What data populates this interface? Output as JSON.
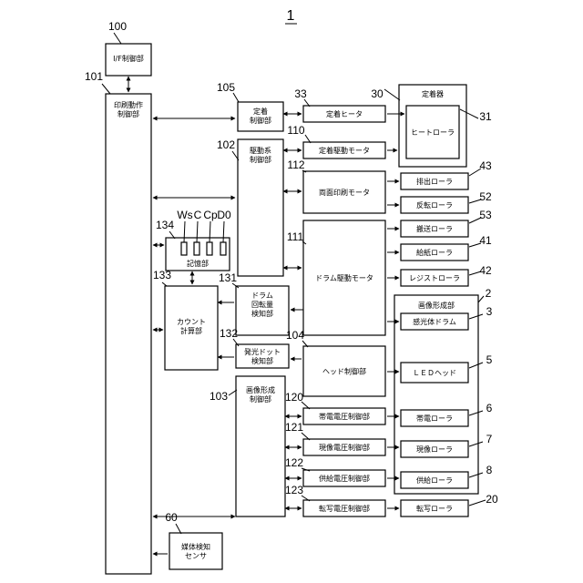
{
  "figure_number": "1",
  "blocks": {
    "if_control": {
      "label": "I/F制御部",
      "ref": "100"
    },
    "print_control": {
      "label": [
        "印刷動作",
        "制御部"
      ],
      "ref": "101"
    },
    "fixing_control": {
      "label": [
        "定着",
        "制御部"
      ],
      "ref": "105"
    },
    "drive_control": {
      "label": [
        "駆動系",
        "制御部"
      ],
      "ref": "102"
    },
    "storage": {
      "label": "記憶部",
      "ref": "134",
      "cells": [
        "Ws",
        "C",
        "Cp",
        "D0"
      ]
    },
    "count_calc": {
      "label": [
        "カウント",
        "計算部"
      ],
      "ref": "133"
    },
    "drum_rotation_detect": {
      "label": [
        "ドラム",
        "回転量",
        "検知部"
      ],
      "ref": "131"
    },
    "dot_detect": {
      "label": [
        "発光ドット",
        "検知部"
      ],
      "ref": "132"
    },
    "image_form_control": {
      "label": [
        "画像形成",
        "制御部"
      ],
      "ref": "103"
    },
    "media_sensor": {
      "label": [
        "媒体検知",
        "センサ"
      ],
      "ref": "60"
    },
    "fixing_heater": {
      "label": "定着ヒータ",
      "ref": "33"
    },
    "fixing_drive_motor": {
      "label": "定着駆動モータ",
      "ref": "110"
    },
    "duplex_motor": {
      "label": "両面印刷モータ",
      "ref": "112"
    },
    "drum_drive_motor": {
      "label": "ドラム駆動モータ",
      "ref": "111"
    },
    "head_control": {
      "label": "ヘッド制御部",
      "ref": "104"
    },
    "charge_voltage": {
      "label": "帯電電圧制御部",
      "ref": "120"
    },
    "develop_voltage": {
      "label": "現像電圧制御部",
      "ref": "121"
    },
    "supply_voltage": {
      "label": "供給電圧制御部",
      "ref": "122"
    },
    "transfer_voltage": {
      "label": "転写電圧制御部",
      "ref": "123"
    },
    "fuser": {
      "label": "定着器",
      "ref": "30"
    },
    "heat_roller": {
      "label": "ヒートローラ",
      "ref": "31"
    },
    "eject_roller": {
      "label": "排出ローラ",
      "ref": "43"
    },
    "reverse_roller": {
      "label": "反転ローラ",
      "ref": "52"
    },
    "convey_roller": {
      "label": "搬送ローラ",
      "ref": "53"
    },
    "feed_roller": {
      "label": "給紙ローラ",
      "ref": "41"
    },
    "register_roller": {
      "label": "レジストローラ",
      "ref": "42"
    },
    "image_forming_unit": {
      "label": "画像形成部",
      "ref": "2"
    },
    "photo_drum": {
      "label": "感光体ドラム",
      "ref": "3"
    },
    "led_head": {
      "label": "ＬＥＤヘッド",
      "ref": "5"
    },
    "charge_roller": {
      "label": "帯電ローラ",
      "ref": "6"
    },
    "develop_roller": {
      "label": "現像ローラ",
      "ref": "7"
    },
    "supply_roller": {
      "label": "供給ローラ",
      "ref": "8"
    },
    "transfer_roller": {
      "label": "転写ローラ",
      "ref": "20"
    }
  }
}
